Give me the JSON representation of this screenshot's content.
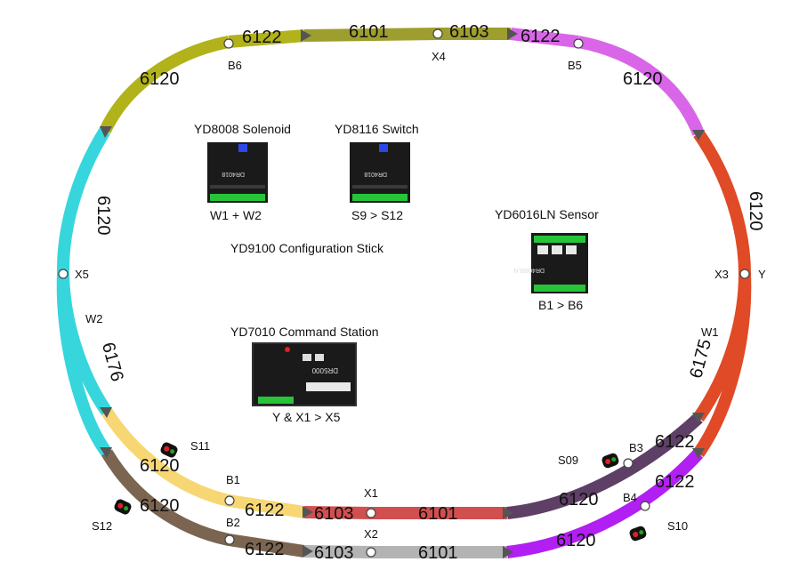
{
  "colors": {
    "olive": "#b2b21a",
    "magenta": "#d966e8",
    "red": "#e04a26",
    "cyan": "#36d6dc",
    "yellow": "#f7d774",
    "brown": "#7b6550",
    "purple_dark": "#5e3f66",
    "red_dark": "#d24f4f",
    "gray": "#b3b3b3",
    "violet": "#b21ff2"
  },
  "track_labels": {
    "top_6122_left": "6122",
    "top_6101": "6101",
    "top_6103": "6103",
    "top_6122_right": "6122",
    "left_6120_top": "6120",
    "right_6120_top": "6120",
    "left_6120_side": "6120",
    "right_6120_side": "6120",
    "left_6176": "6176",
    "right_6175": "6175",
    "bot_left_6120_upper": "6120",
    "bot_left_6120_lower": "6120",
    "bot_6122_upper": "6122",
    "bot_6103_upper": "6103",
    "bot_6101_upper": "6101",
    "bot_6122_lower": "6122",
    "bot_6103_lower": "6103",
    "bot_6101_lower": "6101",
    "bot_right_6120_upper": "6120",
    "bot_right_6120_lower": "6120",
    "bot_right_6122_upper": "6122",
    "bot_right_6122_lower": "6122"
  },
  "point_labels": {
    "B6": "B6",
    "X4": "X4",
    "B5": "B5",
    "X5": "X5",
    "X3": "X3",
    "Y": "Y",
    "W2": "W2",
    "W1": "W1",
    "B1": "B1",
    "B2": "B2",
    "X1": "X1",
    "X2": "X2",
    "B3": "B3",
    "B4": "B4",
    "S11": "S11",
    "S12": "S12",
    "S09": "S09",
    "S10": "S10"
  },
  "modules": {
    "solenoid": {
      "title": "YD8008 Solenoid",
      "sub": "W1 + W2",
      "board_text": "DR4018"
    },
    "switch": {
      "title": "YD8116 Switch",
      "sub": "S9 > S12",
      "board_text": "DR4018"
    },
    "config": {
      "title": "YD9100 Configuration Stick"
    },
    "sensor": {
      "title": "YD6016LN Sensor",
      "sub": "B1 > B6",
      "board_text": "DR4088LN"
    },
    "command": {
      "title": "YD7010 Command Station",
      "sub": "Y & X1 > X5",
      "board_text": "DR5000"
    }
  }
}
